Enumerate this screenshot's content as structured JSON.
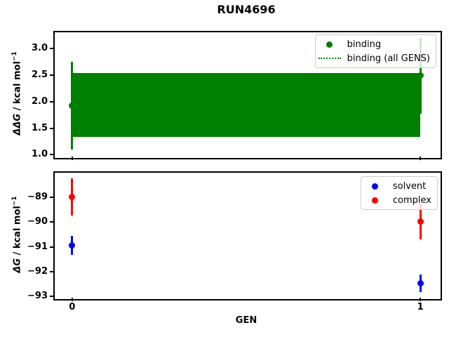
{
  "title": "RUN4696",
  "colors": {
    "binding_green": "#008000",
    "solvent_blue": "#0000ff",
    "complex_red": "#ff0000",
    "axes_black": "#000000",
    "legend_border": "#cccccc",
    "background": "#ffffff"
  },
  "top_plot": {
    "ylabel_italic": "ΔΔG",
    "ylabel_rest": " / kcal mol",
    "ylabel_sup": "−1",
    "yticks": [
      "3.0",
      "2.5",
      "2.0",
      "1.5",
      "1.0"
    ],
    "legend": [
      {
        "label": "binding",
        "marker": "green-dot"
      },
      {
        "label": "binding (all GENS)",
        "marker": "green-dotted-line"
      }
    ]
  },
  "bottom_plot": {
    "ylabel_italic": "ΔG",
    "ylabel_rest": " / kcal mol",
    "ylabel_sup": "−1",
    "xlabel": "GEN",
    "yticks": [
      "−89",
      "−90",
      "−91",
      "−92",
      "−93"
    ],
    "xticks": [
      "0",
      "1"
    ],
    "legend": [
      {
        "label": "solvent",
        "marker": "blue-dot"
      },
      {
        "label": "complex",
        "marker": "red-dot"
      }
    ]
  },
  "chart_data": [
    {
      "type": "scatter",
      "subplot": "top",
      "title": "RUN4696",
      "xlabel": "",
      "ylabel": "ΔΔG / kcal mol⁻¹",
      "xlim": [
        -0.05,
        1.05
      ],
      "ylim": [
        0.99,
        3.31
      ],
      "grid": false,
      "legend_position": "upper right",
      "xticks_values": [
        0,
        1
      ],
      "series": [
        {
          "name": "binding",
          "color_key": "binding_green",
          "marker": "o",
          "x": [
            0,
            1
          ],
          "y": [
            1.92,
            2.49
          ],
          "yerr": [
            0.83,
            0.72
          ]
        },
        {
          "name": "binding (all GENS)",
          "color_key": "binding_green",
          "style": "dotted",
          "band_x": [
            0,
            1
          ],
          "band_center": 1.94,
          "band_low": 1.34,
          "band_high": 2.54
        }
      ]
    },
    {
      "type": "scatter",
      "subplot": "bottom",
      "xlabel": "GEN",
      "ylabel": "ΔG / kcal mol⁻¹",
      "xlim": [
        -0.05,
        1.05
      ],
      "ylim": [
        -93.0,
        -88.0
      ],
      "grid": false,
      "legend_position": "upper right",
      "xticks_values": [
        0,
        1
      ],
      "series": [
        {
          "name": "solvent",
          "color_key": "solvent_blue",
          "marker": "o",
          "x": [
            0,
            1
          ],
          "y": [
            -90.93,
            -92.47
          ],
          "yerr": [
            0.38,
            0.35
          ]
        },
        {
          "name": "complex",
          "color_key": "complex_red",
          "marker": "o",
          "x": [
            0,
            1
          ],
          "y": [
            -88.98,
            -89.97
          ],
          "yerr": [
            0.74,
            0.72
          ]
        }
      ]
    }
  ]
}
